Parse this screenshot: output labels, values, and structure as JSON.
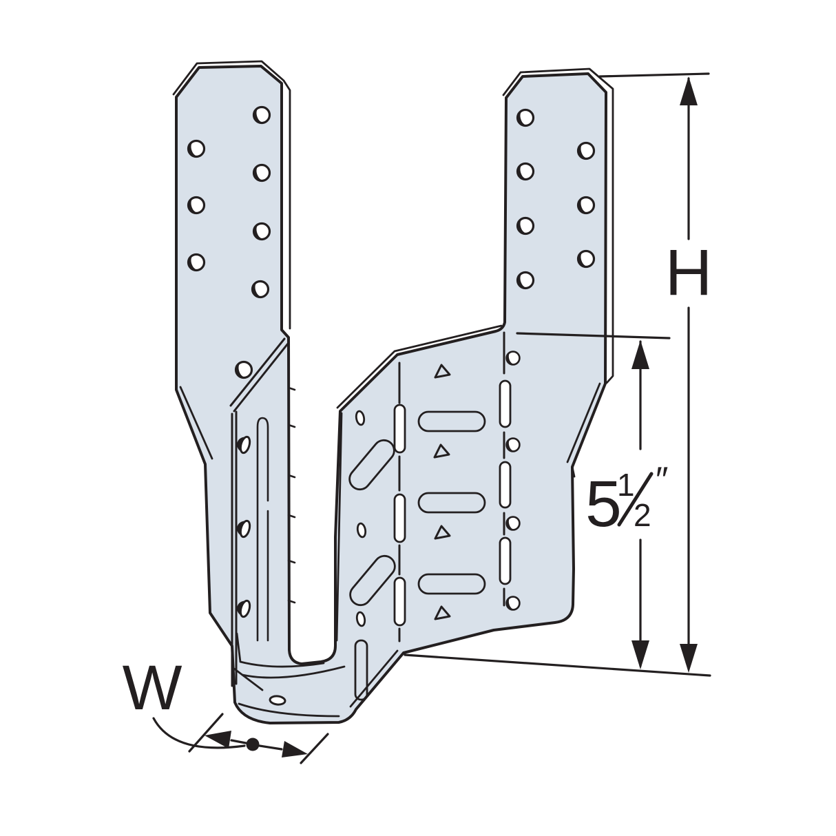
{
  "figure": {
    "subject": "joist-hanger-technical-line-drawing",
    "background_color": "#ffffff",
    "line_color": "#231f20",
    "plate_color": "#d9e1ea"
  },
  "labels": {
    "height": "H",
    "width": "W",
    "seat": {
      "full": "5½″",
      "whole": "5",
      "numerator": "1",
      "denominator": "2",
      "unit": "″"
    }
  }
}
